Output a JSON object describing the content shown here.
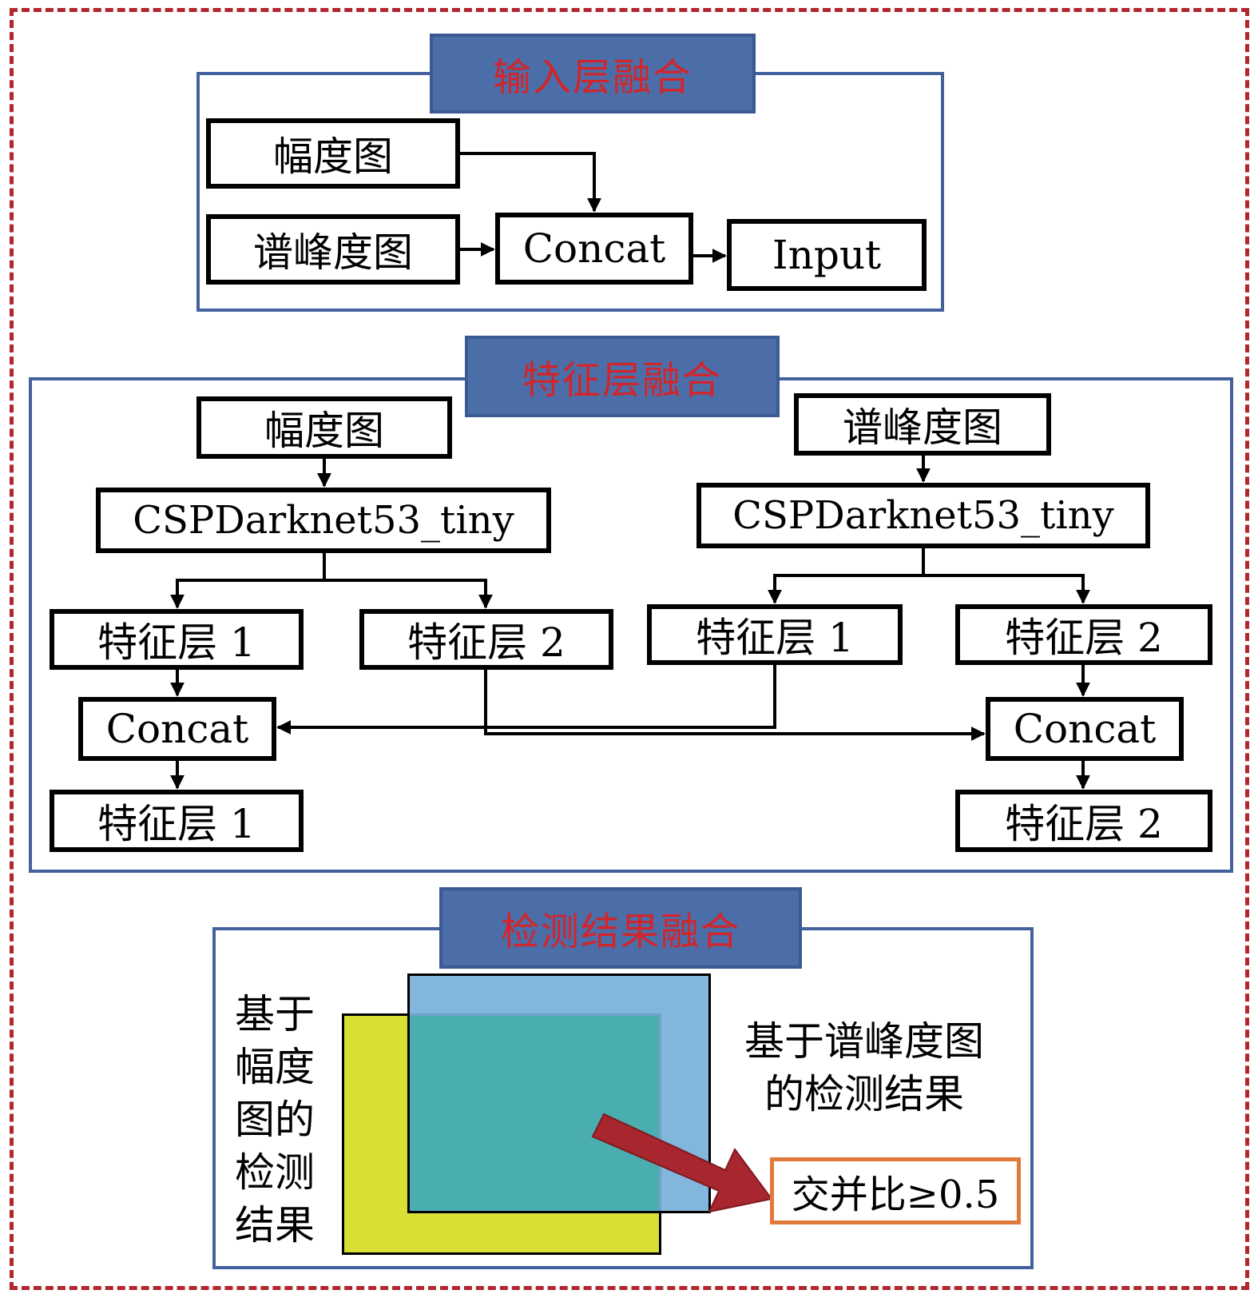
{
  "input_fusion": {
    "title": "输入层融合",
    "amplitude": "幅度图",
    "spectral_peak": "谱峰度图",
    "concat": "Concat",
    "input": "Input"
  },
  "feature_fusion": {
    "title": "特征层融合",
    "left_source": "幅度图",
    "right_source": "谱峰度图",
    "left_backbone": "CSPDarknet53_tiny",
    "right_backbone": "CSPDarknet53_tiny",
    "left_feat1": "特征层 1",
    "left_feat2": "特征层 2",
    "right_feat1": "特征层 1",
    "right_feat2": "特征层 2",
    "left_concat": "Concat",
    "right_concat": "Concat",
    "left_output": "特征层 1",
    "right_output": "特征层 2"
  },
  "result_fusion": {
    "title": "检测结果融合",
    "amp_result_label": "基于\n幅度\n图的\n检测\n结果",
    "spec_result_label": "基于谱峰度图\n的检测结果",
    "iou_label": "交并比≥0.5"
  },
  "colors": {
    "outer_dash": "#b3262e",
    "panel_border": "#44619e",
    "title_fill": "#4b6ea8",
    "title_text": "#d2252b",
    "yellow_box": "#d9e035",
    "blue_box": "#78b0da",
    "overlap": "#4aaeb0",
    "arrow": "#a8262e",
    "iou_border": "#e07a3a"
  }
}
